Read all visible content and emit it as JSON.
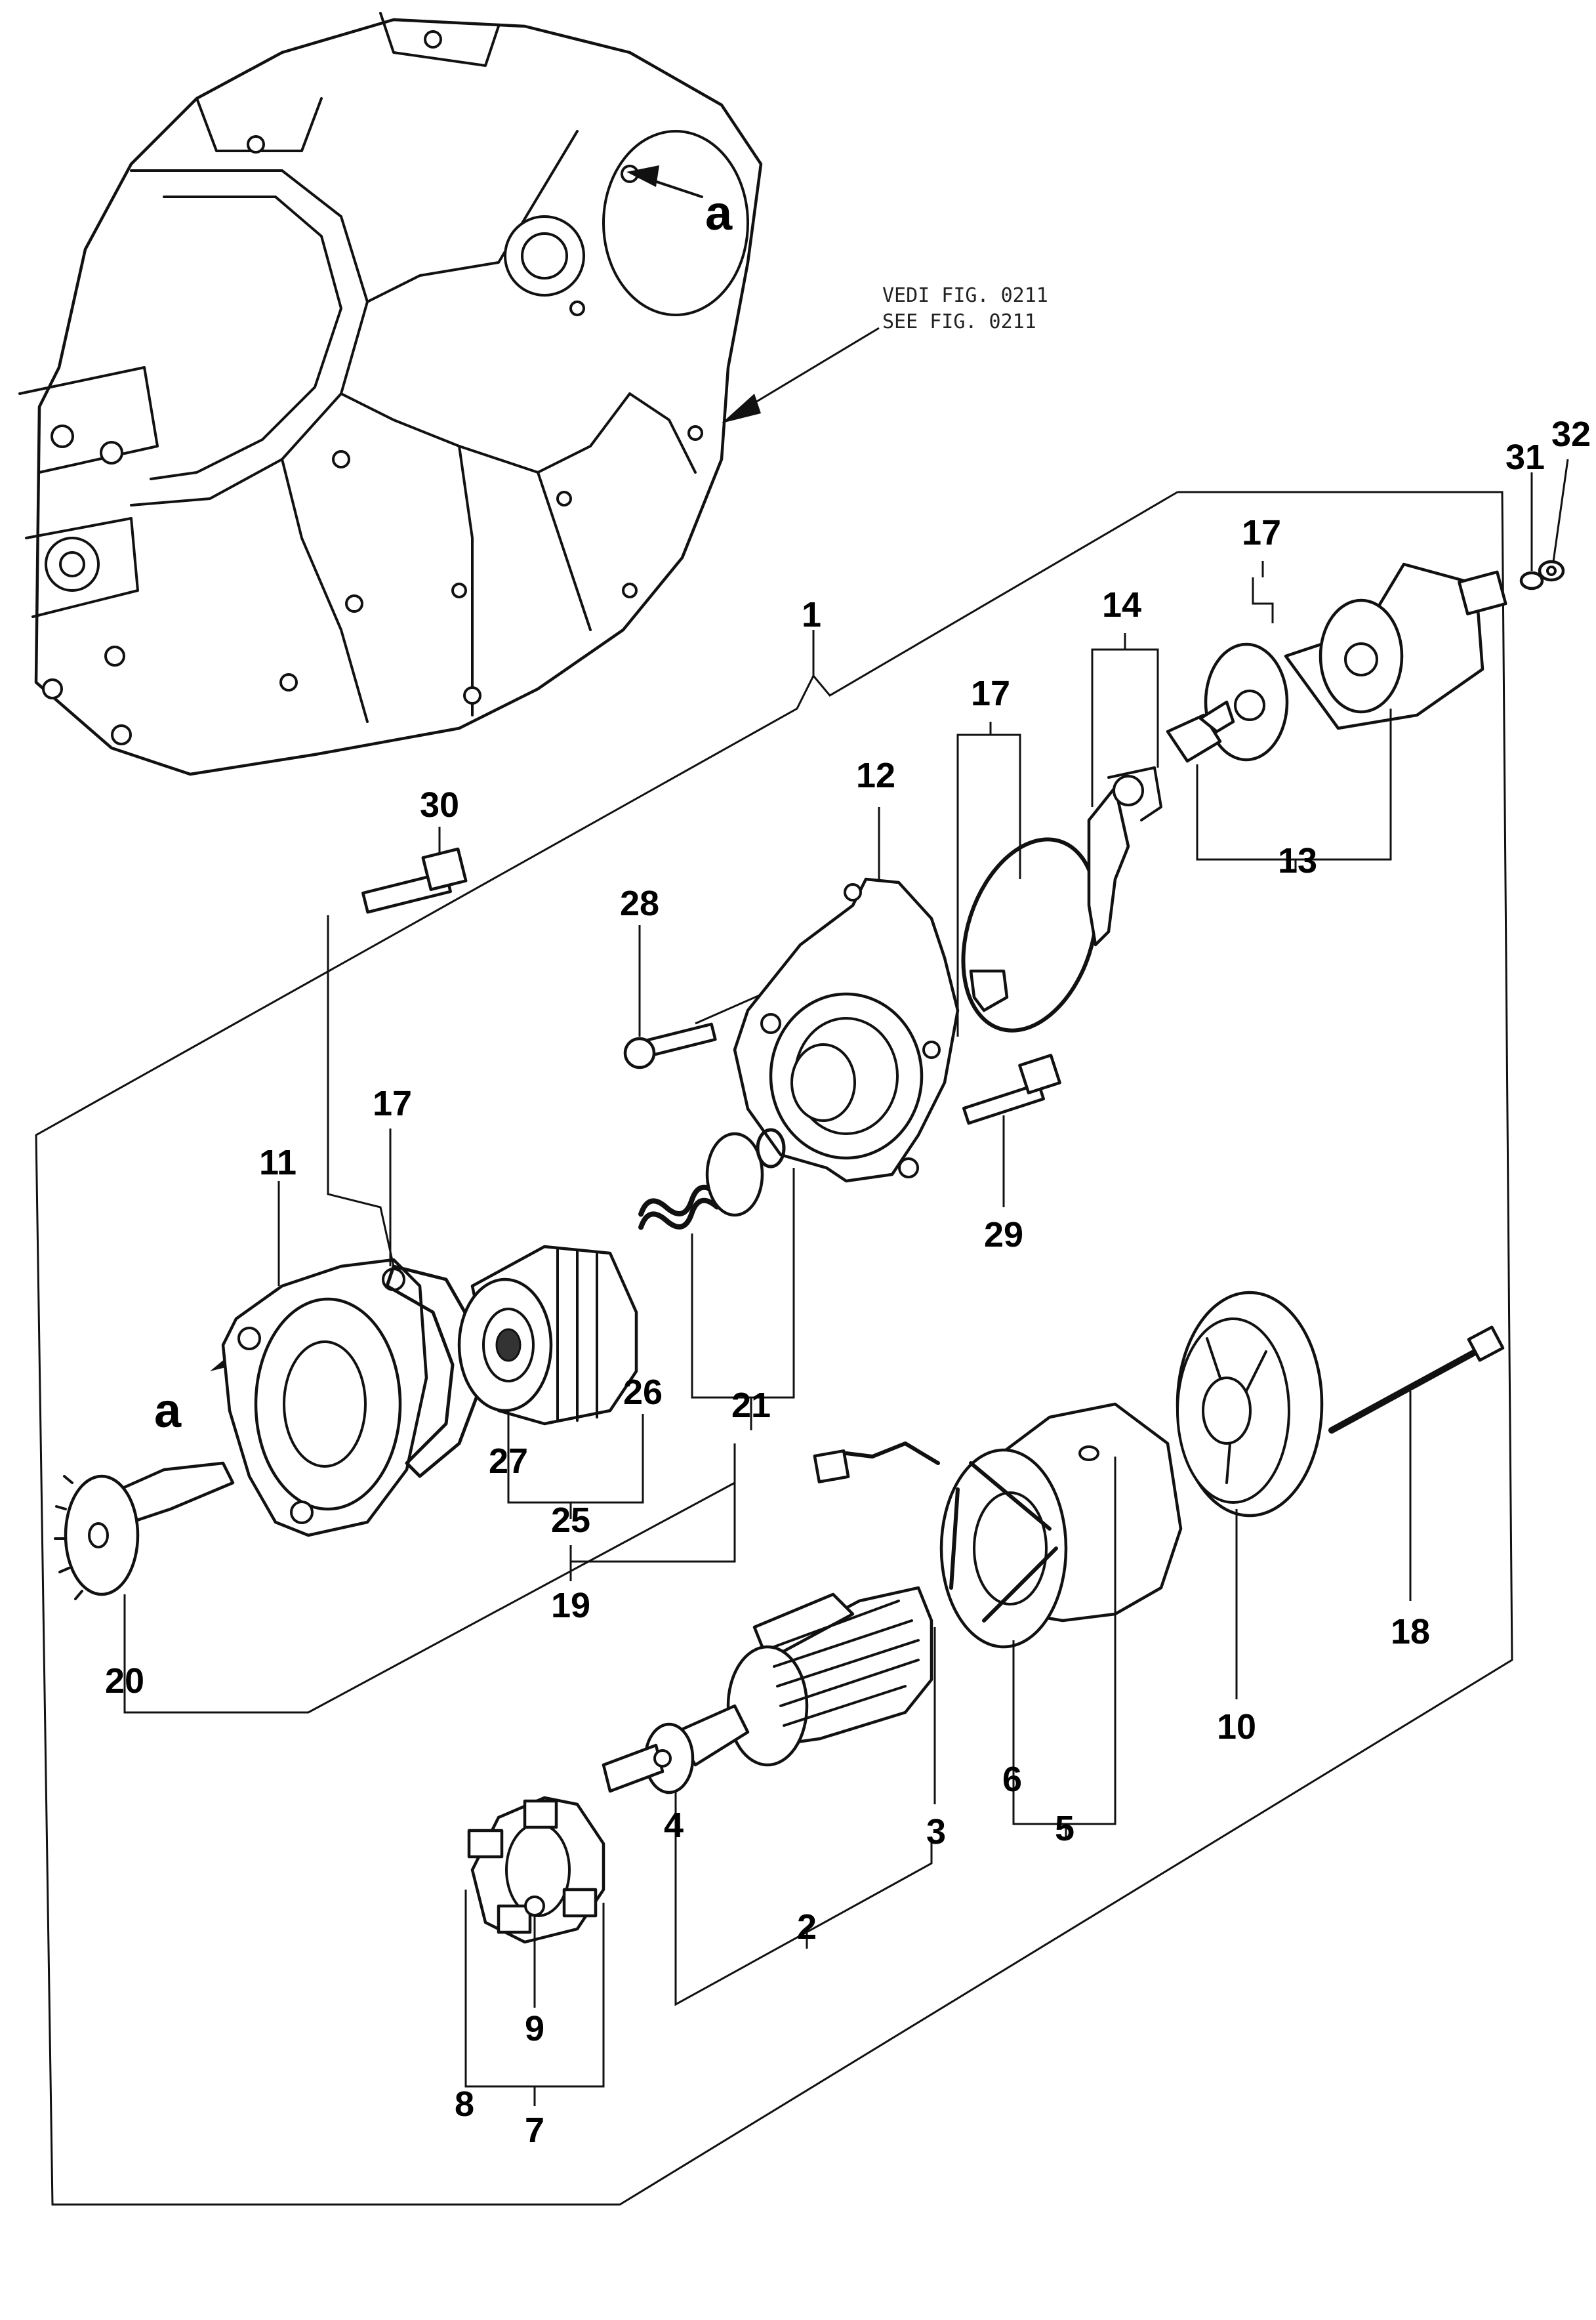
{
  "figure_ref": {
    "line1": "VEDI FIG. 0211",
    "line2": "SEE FIG. 0211"
  },
  "letters": {
    "a_top": "a",
    "a_left": "a"
  },
  "callouts": {
    "c1": "1",
    "c2": "2",
    "c3": "3",
    "c4": "4",
    "c5": "5",
    "c6": "6",
    "c7": "7",
    "c8": "8",
    "c9": "9",
    "c10": "10",
    "c11": "11",
    "c12": "12",
    "c13": "13",
    "c14": "14",
    "c17a": "17",
    "c17b": "17",
    "c17c": "17",
    "c18": "18",
    "c19": "19",
    "c20": "20",
    "c21": "21",
    "c25": "25",
    "c26": "26",
    "c27": "27",
    "c28": "28",
    "c29": "29",
    "c30": "30",
    "c31": "31",
    "c32": "32"
  }
}
